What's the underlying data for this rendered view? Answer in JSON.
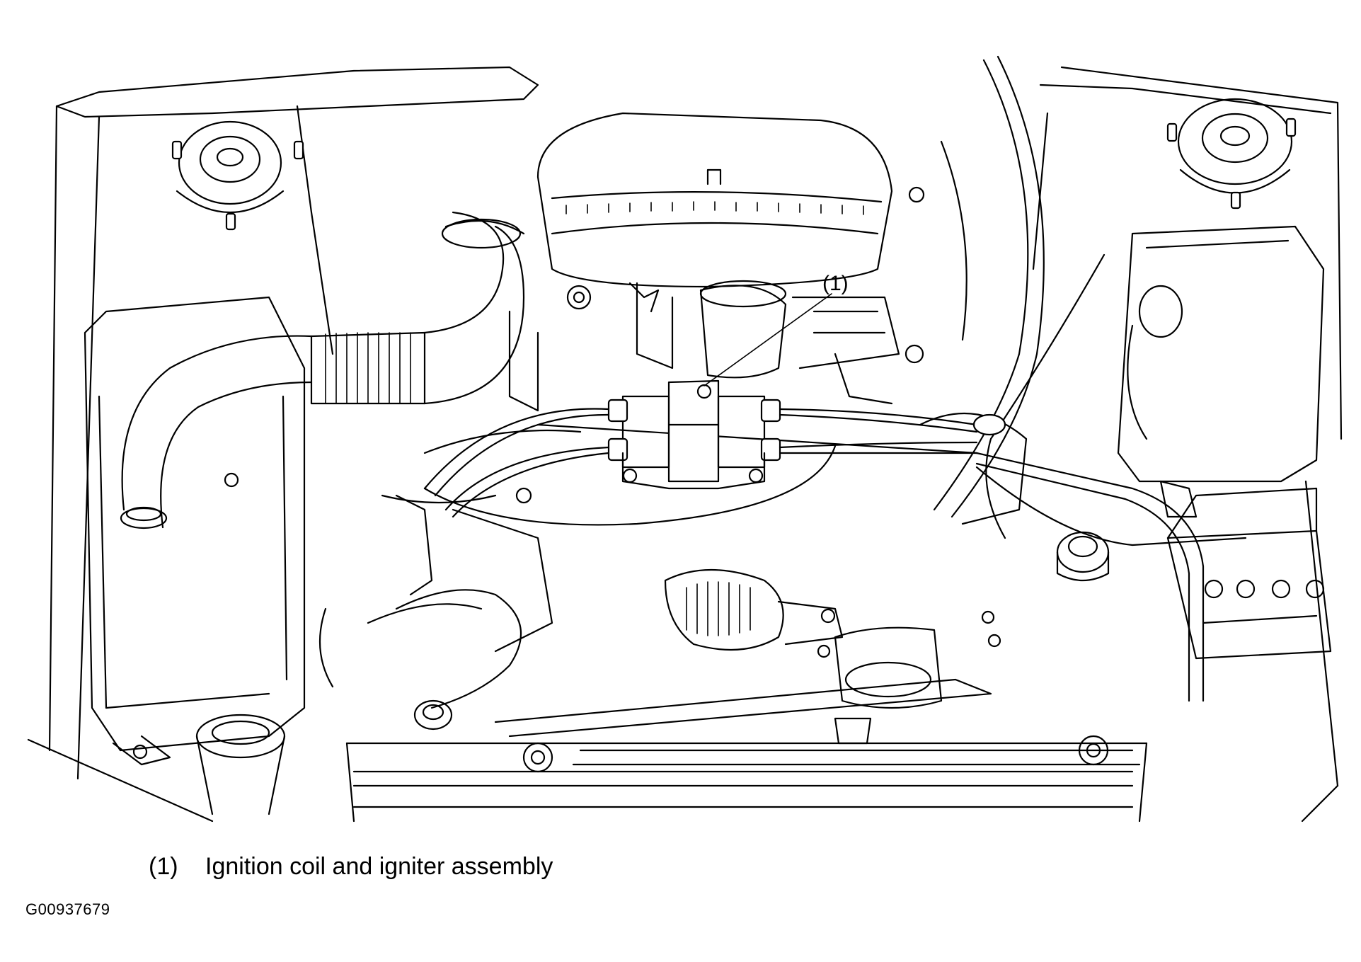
{
  "diagram": {
    "callouts": [
      {
        "marker": "(1)",
        "description": "Ignition coil and igniter assembly"
      }
    ],
    "figure_id": "G00937679",
    "colors": {
      "line": "#000000",
      "background": "#ffffff"
    }
  }
}
